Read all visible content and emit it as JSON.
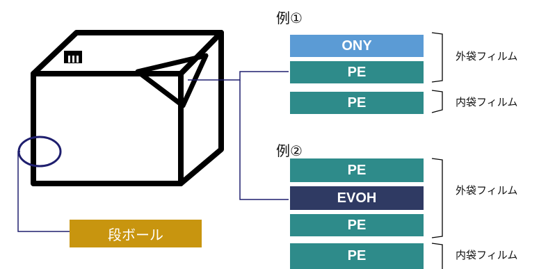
{
  "example1": {
    "title": "例①",
    "layers": [
      {
        "label": "ONY",
        "color": "#5b9bd5"
      },
      {
        "label": "PE",
        "color": "#2e8b8a"
      },
      {
        "label": "PE",
        "color": "#2e8b8a"
      }
    ],
    "outer_label": "外袋フィルム",
    "inner_label": "内袋フィルム"
  },
  "example2": {
    "title": "例②",
    "layers": [
      {
        "label": "PE",
        "color": "#2e8b8a"
      },
      {
        "label": "EVOH",
        "color": "#2f3a63"
      },
      {
        "label": "PE",
        "color": "#2e8b8a"
      },
      {
        "label": "PE",
        "color": "#2e8b8a"
      }
    ],
    "outer_label": "外袋フィルム",
    "inner_label": "内袋フィルム"
  },
  "cardboard": {
    "label": "段ボール",
    "color": "#c8950f"
  },
  "colors": {
    "outline": "#000000",
    "leader": "#1f1f6e"
  }
}
